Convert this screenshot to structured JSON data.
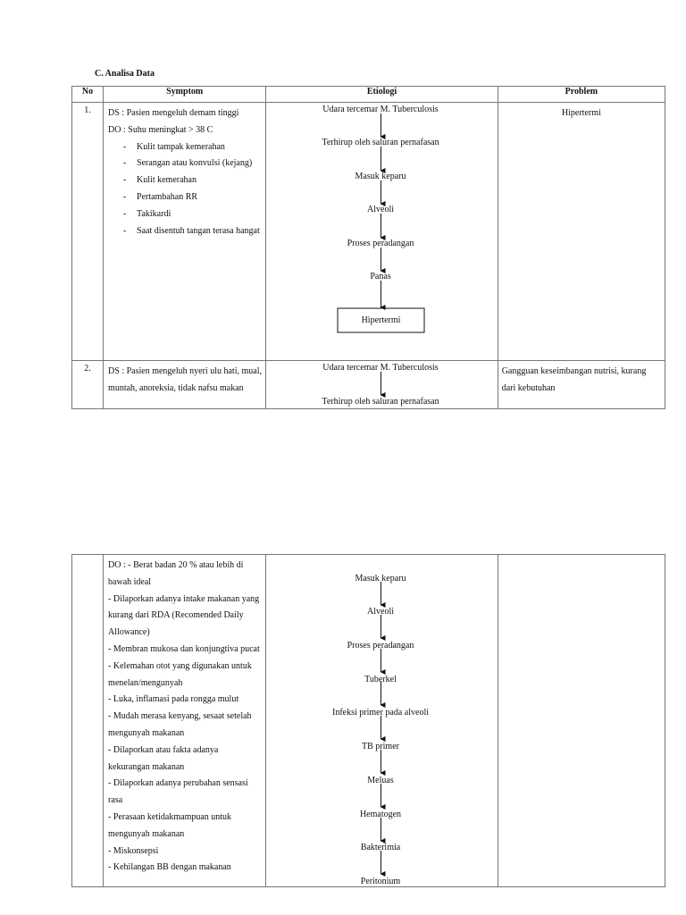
{
  "section_title": "C. Analisa Data",
  "headers": {
    "no": "No",
    "symptom": "Symptom",
    "etiologi": "Etiologi",
    "problem": "Problem"
  },
  "row1": {
    "no": "1.",
    "symptom_lines": [
      "DS : Pasien mengeluh demam tinggi",
      "DO : Suhu meningkat > 38 C"
    ],
    "symptom_bullets": [
      "Kulit tampak kemerahan",
      "Serangan atau konvulsi (kejang)",
      "Kulit kemerahan",
      "Pertambahan RR",
      "Takikardi",
      "Saat disentuh tangan terasa hangat"
    ],
    "etiologi": [
      "Udara tercemar M. Tuberculosis",
      "Terhirup oleh saluran pernafasan",
      "Masuk keparu",
      "Alveoli",
      "Proses peradangan",
      "Panas"
    ],
    "etiologi_box": "Hipertermi",
    "problem": "Hipertermi"
  },
  "row2": {
    "no": "2.",
    "symptom": "DS : Pasien mengeluh nyeri ulu hati, mual, muntah, anoreksia, tidak nafsu makan",
    "etiologi": [
      "Udara tercemar M. Tuberculosis",
      "Terhirup oleh saluran pernafasan"
    ],
    "problem": "Gangguan keseimbangan nutrisi, kurang dari kebutuhan"
  },
  "row2_cont": {
    "symptom_paras": [
      "DO : -    Berat badan 20 % atau lebih di bawah ideal",
      "-    Dilaporkan adanya intake makanan yang kurang dari RDA (Recomended Daily Allowance)",
      "-    Membran mukosa dan konjungtiva pucat",
      "-    Kelemahan otot yang digunakan untuk menelan/mengunyah",
      "-    Luka, inflamasi pada rongga mulut",
      "-    Mudah merasa kenyang, sesaat setelah mengunyah makanan",
      "-    Dilaporkan atau fakta adanya kekurangan makanan",
      "-    Dilaporkan adanya perubahan sensasi rasa",
      "-    Perasaan ketidakmampuan untuk mengunyah makanan",
      "-    Miskonsepsi",
      "-    Kehilangan BB dengan makanan"
    ],
    "etiologi": [
      "Masuk keparu",
      "Alveoli",
      "Proses peradangan",
      "Tuberkel",
      "Infeksi primer pada alveoli",
      "TB primer",
      "Meluas",
      "Hematogen",
      "Bakterimia",
      "Peritonium"
    ]
  }
}
